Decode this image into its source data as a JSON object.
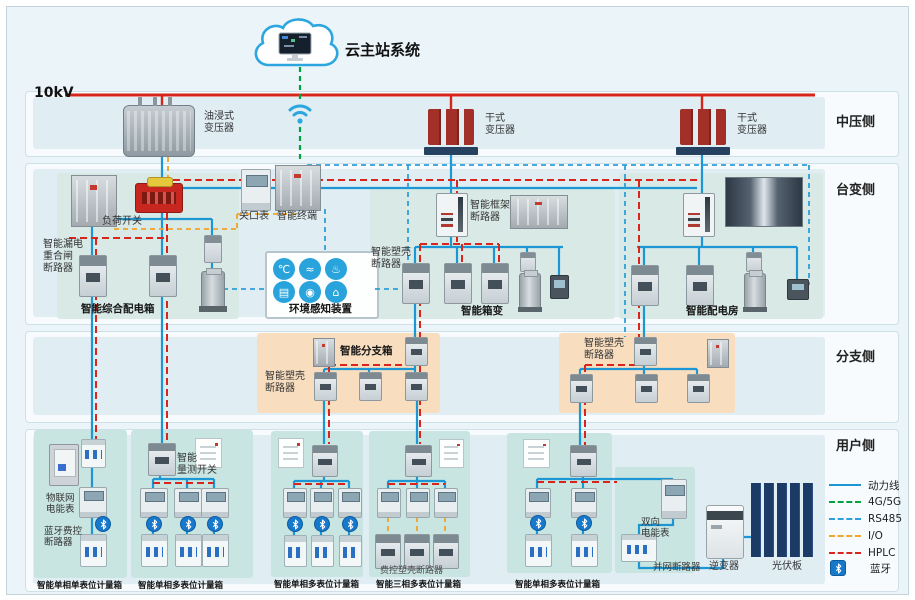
{
  "colors": {
    "bus_red": "#d8251c",
    "power_blue": "#1d96d4",
    "g4g5g": "#00a33e",
    "rs485": "#2e9fd8",
    "io_orange": "#f0a429",
    "hplc_red": "#da251d",
    "bluetooth_blue": "#1779cc",
    "group_teal": "#d9eae6",
    "user_teal": "#c9e5e2",
    "branch_orange": "#f8debf"
  },
  "cloud": {
    "label": "云主站系统"
  },
  "bus": {
    "voltage": "10kV"
  },
  "sections": {
    "medium_voltage": {
      "side_label": "中压侧",
      "labels": {
        "oil_transformer": "油浸式\n变压器",
        "dry_transformer_1": "干式\n变压器",
        "dry_transformer_2": "干式\n变压器"
      }
    },
    "transformer_side": {
      "side_label": "台变侧",
      "labels": {
        "load_switch": "负荷开关",
        "leakage_recloser": "智能漏电\n重合闸\n断路器",
        "integrated_box": "智能综合配电箱",
        "gateway_meter": "关口表",
        "smart_terminal": "智能终端",
        "env_sensing": "环境感知装置",
        "mccb": "智能塑壳\n断路器",
        "frame_breaker": "智能框架\n断路器",
        "smart_box_transformer": "智能箱变",
        "smart_power_room": "智能配电房"
      }
    },
    "branch_side": {
      "side_label": "分支侧",
      "labels": {
        "branch_box": "智能分支箱",
        "mccb_left": "智能塑壳\n断路器",
        "mccb_right": "智能塑壳\n断路器"
      }
    },
    "user_side": {
      "side_label": "用户侧",
      "labels": {
        "box1_title": "智能单相单表位计量箱",
        "box2_title": "智能单相多表位计量箱",
        "box3_title": "智能单相多表位计量箱",
        "box4_title": "智能三相多表位计量箱",
        "box5_title": "智能单相多表位计量箱",
        "iot_meter": "物联网\n电能表",
        "bt_breaker": "蓝牙费控\n断路器",
        "measuring_switch": "智能\n量测开关",
        "fee_mccb": "费控塑壳断路器",
        "bidirectional_meter": "双向\n电能表",
        "grid_breaker": "并网断路器",
        "inverter": "逆变器",
        "pv_panel": "光伏板"
      }
    }
  },
  "env_icons": [
    {
      "name": "temperature-icon",
      "glyph": "℃"
    },
    {
      "name": "humidity-icon",
      "glyph": "≈"
    },
    {
      "name": "flame-icon",
      "glyph": "♨"
    },
    {
      "name": "water-level-icon",
      "glyph": "▤"
    },
    {
      "name": "smoke-icon",
      "glyph": "◉"
    },
    {
      "name": "camera-icon",
      "glyph": "⌂"
    }
  ],
  "legend": {
    "items": [
      {
        "label": "动力线",
        "type": "solid",
        "color": "#1d96d4"
      },
      {
        "label": "4G/5G",
        "type": "dashed",
        "color": "#00a33e"
      },
      {
        "label": "RS485",
        "type": "dashed",
        "color": "#2e9fd8"
      },
      {
        "label": "I/O",
        "type": "dashed",
        "color": "#f0a429"
      },
      {
        "label": "HPLC",
        "type": "dashed",
        "color": "#da251d"
      },
      {
        "label": "蓝牙",
        "type": "bluetooth-icon",
        "color": "#1779cc"
      }
    ]
  }
}
